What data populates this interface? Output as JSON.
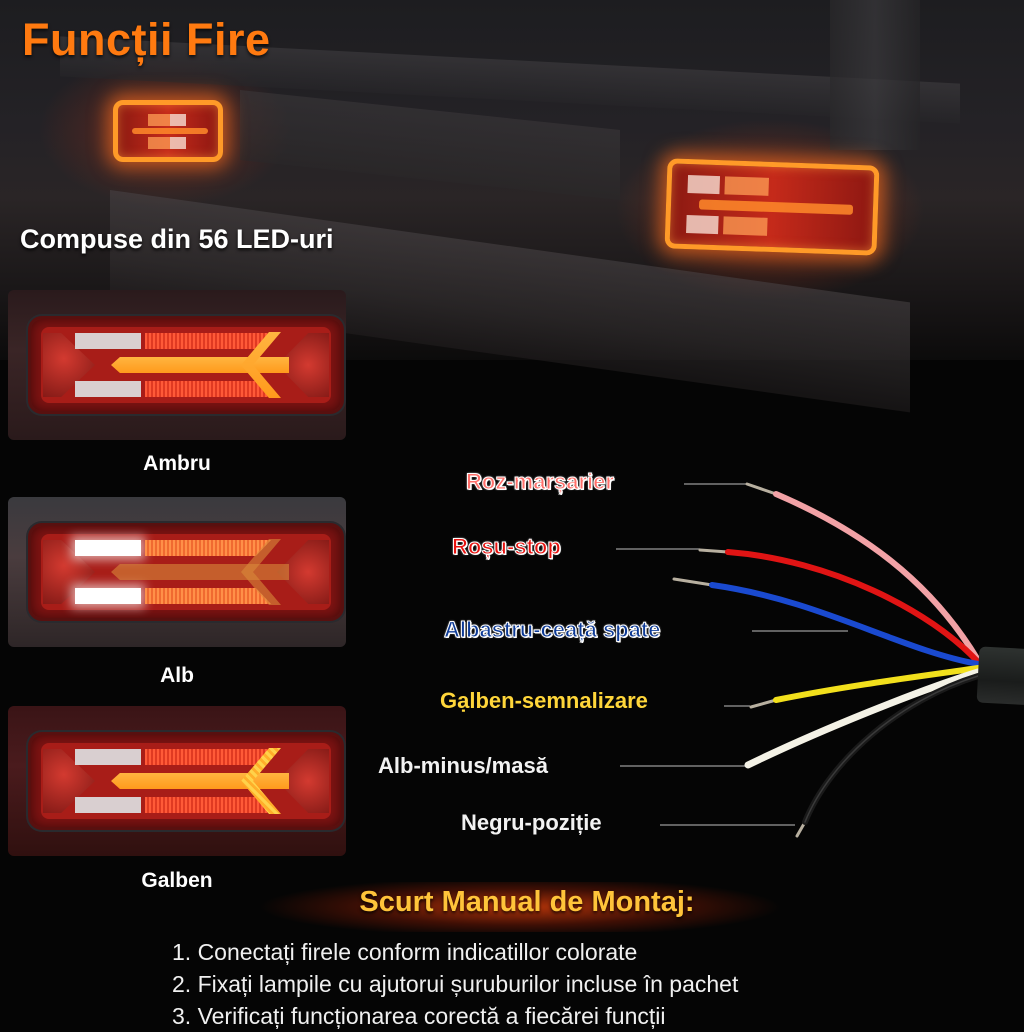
{
  "header": {
    "title": "Funcții Fire",
    "subtitle": "Compuse din 56 LED-uri"
  },
  "lamp_modes": [
    {
      "label": "Ambru"
    },
    {
      "label": "Alb"
    },
    {
      "label": "Galben"
    }
  ],
  "wires": [
    {
      "label": "Roz-marșarier",
      "color": "#f5a0a6"
    },
    {
      "label": "Roșu-stop",
      "color": "#e8120f"
    },
    {
      "label": "Albastru-ceață spate",
      "color": "#1246c8"
    },
    {
      "label": "Gạlben-semnalizare",
      "color": "#f2e21a"
    },
    {
      "label": "Alb-minus/masă",
      "color": "#f2f0e6"
    },
    {
      "label": "Negru-poziție",
      "color": "#151515"
    }
  ],
  "manual": {
    "title": "Scurt Manual de Montaj:",
    "steps": [
      "1. Conectați firele conform indicatillor colorate",
      "2. Fixați lampile cu ajutorui șuruburilor incluse în pachet",
      "3. Verificați funcționarea corectă a fiecărei funcții"
    ]
  },
  "colors": {
    "title": "#ff7a10",
    "manual_title": "#ffc43a",
    "lamp_glow": "#ff9a28"
  }
}
